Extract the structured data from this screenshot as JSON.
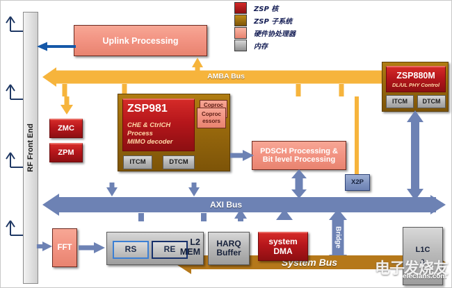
{
  "legend": {
    "name": "legend",
    "items": [
      {
        "label": "ZSP 核",
        "color": "#b5161b",
        "swatch_name": "zsp-core"
      },
      {
        "label": "ZSP 子系统",
        "color": "#9a6a0d",
        "swatch_name": "zsp-subsystem"
      },
      {
        "label": "硬件协处理器",
        "color": "#f29382",
        "swatch_name": "hw-coprocessor"
      },
      {
        "label": "内存",
        "color": "#9d9d9d",
        "swatch_name": "memory"
      }
    ]
  },
  "rf_front_end": {
    "label": "RF Front End",
    "antenna_count": 4
  },
  "blocks": {
    "uplink": {
      "label": "Uplink Processing"
    },
    "zmc": {
      "label": "ZMC"
    },
    "zpm": {
      "label": "ZPM"
    },
    "zsp981": {
      "title": "ZSP981",
      "subtitle_lines": [
        "CHE &  CtrlCH",
        "Process",
        "MIMO decoder"
      ],
      "coprocessors": {
        "line1": "Coproc",
        "line2": "essors"
      },
      "itcm": "ITCM",
      "dtcm": "DTCM"
    },
    "zsp880m": {
      "title": "ZSP880M",
      "subtitle": "DL/UL PHY Control",
      "itcm": "ITCM",
      "dtcm": "DTCM"
    },
    "pdsch": {
      "line1": "PDSCH Processing &",
      "line2": "Bit level Processing"
    },
    "x2p": {
      "label": "X2P"
    },
    "fft": {
      "label": "FFT"
    },
    "l2mem": {
      "label_line1": "L2",
      "label_line2": "MEM",
      "rs": "RS",
      "re": "RE"
    },
    "harq": {
      "line1": "HARQ",
      "line2": "Buffer"
    },
    "system_dma": {
      "line1": "system",
      "line2": "DMA"
    },
    "l1c": {
      "line1": "L1C",
      "line2": "&"
    }
  },
  "buses": {
    "amba": {
      "label": "AMBA Bus",
      "color": "#f6b43c"
    },
    "axi": {
      "label": "AXI Bus",
      "color": "#6d82b4"
    },
    "system": {
      "label": "System Bus",
      "color": "#b5781a"
    },
    "bridge": {
      "label": "Bridge",
      "color": "#6d82b4"
    }
  },
  "watermark": {
    "cn": "电子发烧友",
    "site": "elecfans.com"
  }
}
